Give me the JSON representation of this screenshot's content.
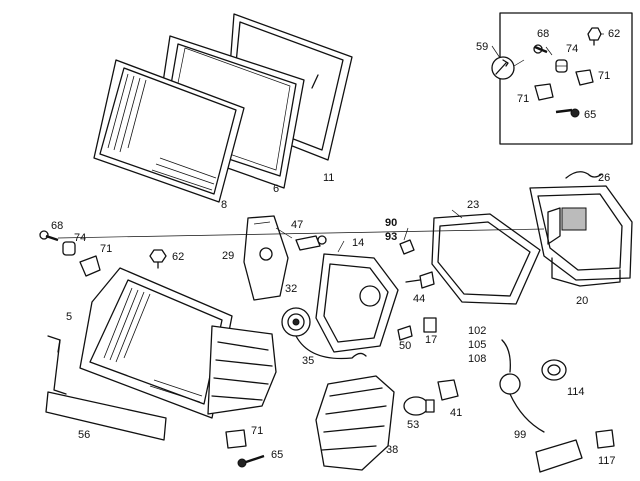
{
  "labels": [
    {
      "text": "59"
    },
    {
      "text": "68"
    },
    {
      "text": "74"
    },
    {
      "text": "62"
    },
    {
      "text": "71"
    },
    {
      "text": "71"
    },
    {
      "text": "65"
    },
    {
      "text": "8"
    },
    {
      "text": "6"
    },
    {
      "text": "11"
    },
    {
      "text": "26"
    },
    {
      "text": "68"
    },
    {
      "text": "74"
    },
    {
      "text": "71"
    },
    {
      "text": "62"
    },
    {
      "text": "47"
    },
    {
      "text": "14"
    },
    {
      "text": "90"
    },
    {
      "text": "93"
    },
    {
      "text": "23"
    },
    {
      "text": "20"
    },
    {
      "text": "29"
    },
    {
      "text": "32"
    },
    {
      "text": "44"
    },
    {
      "text": "5"
    },
    {
      "text": "50"
    },
    {
      "text": "17"
    },
    {
      "text": "35"
    },
    {
      "text": "102"
    },
    {
      "text": "105"
    },
    {
      "text": "108"
    },
    {
      "text": "114"
    },
    {
      "text": "56"
    },
    {
      "text": "71"
    },
    {
      "text": "65"
    },
    {
      "text": "53"
    },
    {
      "text": "41"
    },
    {
      "text": "38"
    },
    {
      "text": "99"
    },
    {
      "text": "117"
    }
  ]
}
